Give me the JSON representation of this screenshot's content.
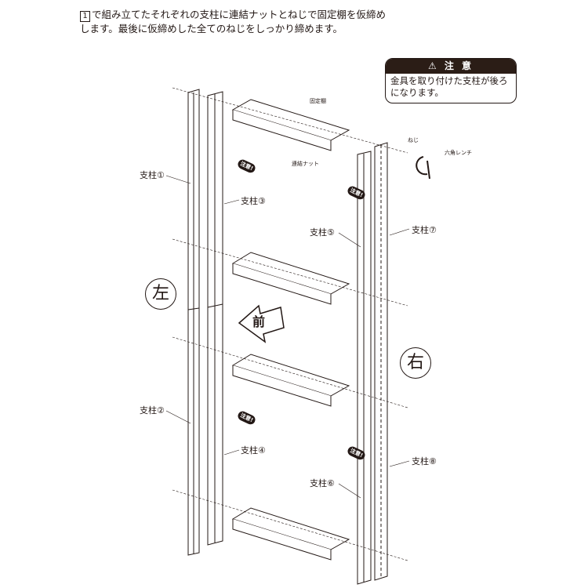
{
  "instruction": {
    "step_number": "1",
    "line1": "で組み立てたそれぞれの支柱に連結ナットとねじで固定棚を仮締め",
    "line2": "します。最後に仮締めした全てのねじをしっかり締めます。"
  },
  "caution": {
    "title": "⚠ 注 意",
    "body": "金具を取り付けた支柱が後ろになります。"
  },
  "parts": {
    "shelf": "固定棚",
    "nut": "連結ナット",
    "screw": "ねじ",
    "wrench": "六角レンチ"
  },
  "posts": [
    "支柱①",
    "支柱②",
    "支柱③",
    "支柱④",
    "支柱⑤",
    "支柱⑥",
    "支柱⑦",
    "支柱⑧"
  ],
  "directions": {
    "left": "左",
    "right": "右",
    "front": "前"
  },
  "sticker": "注意!"
}
